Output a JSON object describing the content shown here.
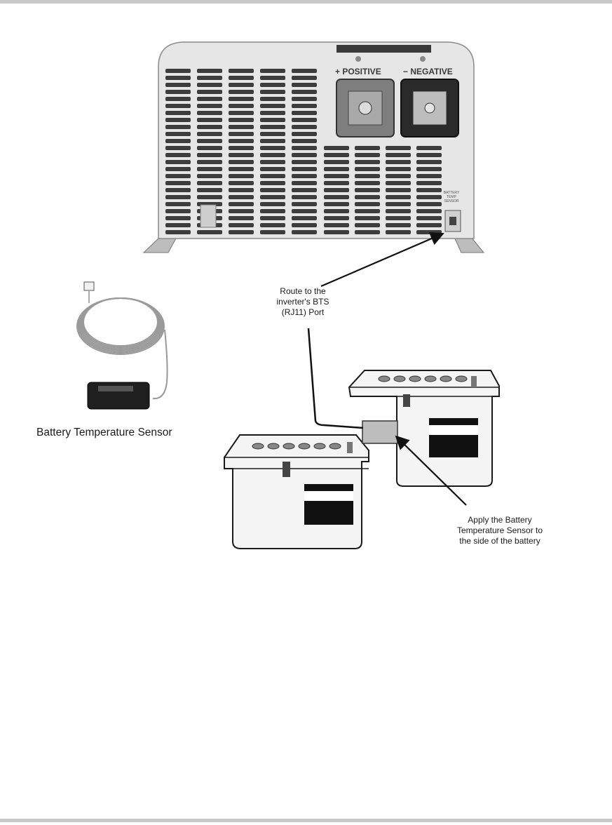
{
  "inverter": {
    "positive_label": "POSITIVE",
    "negative_label": "NEGATIVE",
    "bts_port_label_line1": "BATTERY",
    "bts_port_label_line2": "TEMP",
    "bts_port_label_line3": "SENSOR"
  },
  "callouts": {
    "route_line1": "Route to the",
    "route_line2": "inverter's BTS",
    "route_line3": "(RJ11) Port",
    "apply_line1": "Apply the Battery",
    "apply_line2": "Temperature Sensor to",
    "apply_line3": "the side of the battery"
  },
  "sensor_caption": "Battery Temperature Sensor",
  "colors": {
    "rule": "#c9c9c9",
    "inverter_body": "#e6e6e6",
    "battery_body": "#f4f4f4",
    "ink": "#1a1a1a"
  }
}
